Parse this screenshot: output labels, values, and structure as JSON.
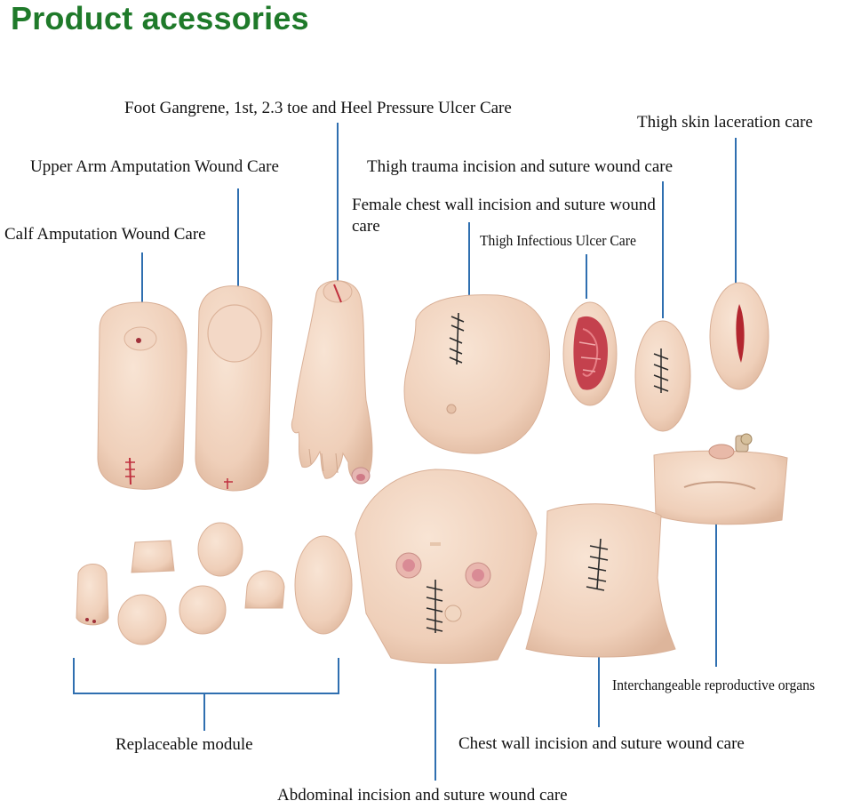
{
  "title": "Product acessories",
  "labels": {
    "foot": "Foot Gangrene, 1st, 2.3 toe and Heel Pressure Ulcer Care",
    "thigh_laceration": "Thigh skin laceration care",
    "upper_arm": "Upper Arm Amputation Wound Care",
    "thigh_trauma": "Thigh trauma incision and suture wound care",
    "female_chest": "Female chest wall incision and suture wound care",
    "calf": "Calf Amputation Wound Care",
    "thigh_ulcer": "Thigh Infectious Ulcer Care",
    "reproductive": "Interchangeable reproductive organs",
    "replaceable": "Replaceable module",
    "chest_wall": "Chest wall incision and suture wound care",
    "abdominal": "Abdominal incision and suture wound care"
  },
  "colors": {
    "title": "#1f7a2a",
    "leader": "#2f6fb0",
    "skin": "#f0d3bf",
    "wound": "#c0303e",
    "suture": "#2a2a2a"
  }
}
